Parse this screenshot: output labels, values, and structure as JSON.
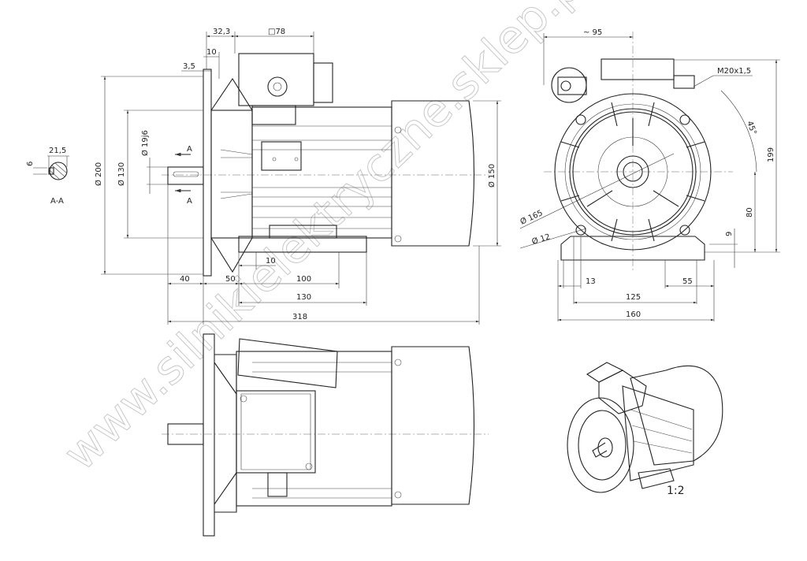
{
  "watermark": "www.silnikielektryczne.sklep.pl",
  "scale": "1:2",
  "section": {
    "title": "A-A",
    "marker": "A",
    "width": "21,5",
    "height": "6"
  },
  "side_view": {
    "top_dims": {
      "d1": "32,3",
      "d2": "□78",
      "d3": "10",
      "d4": "3,5"
    },
    "vertical_dims": {
      "flange": "Ø 200",
      "spigot": "Ø 130",
      "shaft": "Ø 19j6",
      "cover": "Ø 150"
    },
    "horizontal_dims": {
      "shaft_len": "40",
      "flange_to_foot": "50",
      "foot_hole": "10",
      "foot_holes": "100",
      "foot_len": "130",
      "total": "318"
    }
  },
  "front_view": {
    "dims": {
      "box_offset": "~ 95",
      "gland": "M20x1,5",
      "angle": "45°",
      "height_total": "199",
      "shaft_height": "80",
      "foot_thickness": "9",
      "pcd": "Ø 165",
      "hole": "Ø 12",
      "foot_edge": "13",
      "foot_width": "55",
      "foot_holes": "125",
      "foot_total": "160"
    }
  }
}
